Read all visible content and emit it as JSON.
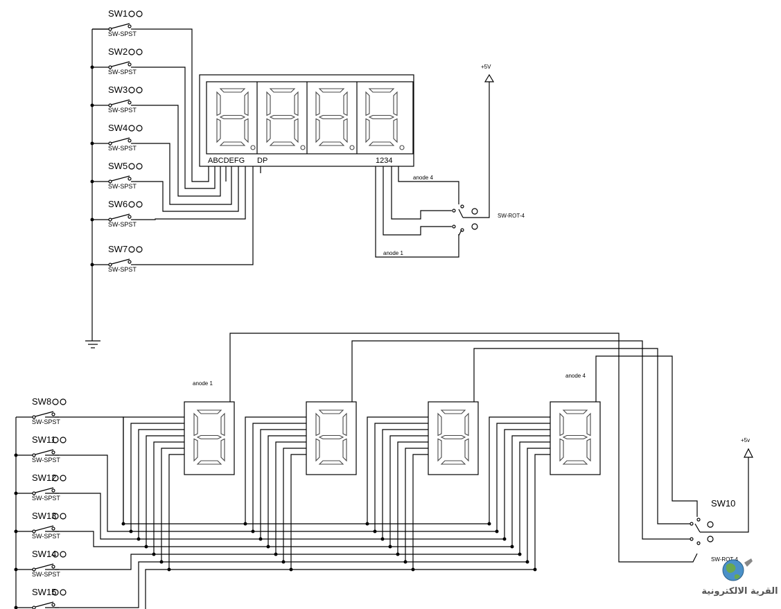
{
  "top_switches": [
    {
      "name": "SW1",
      "type": "SW-SPST"
    },
    {
      "name": "SW2",
      "type": "SW-SPST"
    },
    {
      "name": "SW3",
      "type": "SW-SPST"
    },
    {
      "name": "SW4",
      "type": "SW-SPST"
    },
    {
      "name": "SW5",
      "type": "SW-SPST"
    },
    {
      "name": "SW6",
      "type": "SW-SPST"
    },
    {
      "name": "SW7",
      "type": "SW-SPST"
    }
  ],
  "bottom_switches": [
    {
      "name": "SW8",
      "type": "SW-SPST"
    },
    {
      "name": "SW11",
      "type": "SW-SPST"
    },
    {
      "name": "SW12",
      "type": "SW-SPST"
    },
    {
      "name": "SW13",
      "type": "SW-SPST"
    },
    {
      "name": "SW14",
      "type": "SW-SPST"
    },
    {
      "name": "SW15",
      "type": ""
    }
  ],
  "display": {
    "segment_pins": "ABCDEFG",
    "dp_pin": "DP",
    "digit_pins": "1234"
  },
  "rotary_top": {
    "type": "SW-ROT-4",
    "anode_top": "anode 4",
    "anode_bottom": "anode 1",
    "supply": "+5V"
  },
  "rotary_bottom": {
    "name": "SW10",
    "type": "SW-ROT-4",
    "supply": "+5v"
  },
  "bottom_labels": {
    "anode_left": "anode 1",
    "anode_right": "anode 4"
  },
  "watermark": {
    "text": "القرية الالكترونية"
  }
}
